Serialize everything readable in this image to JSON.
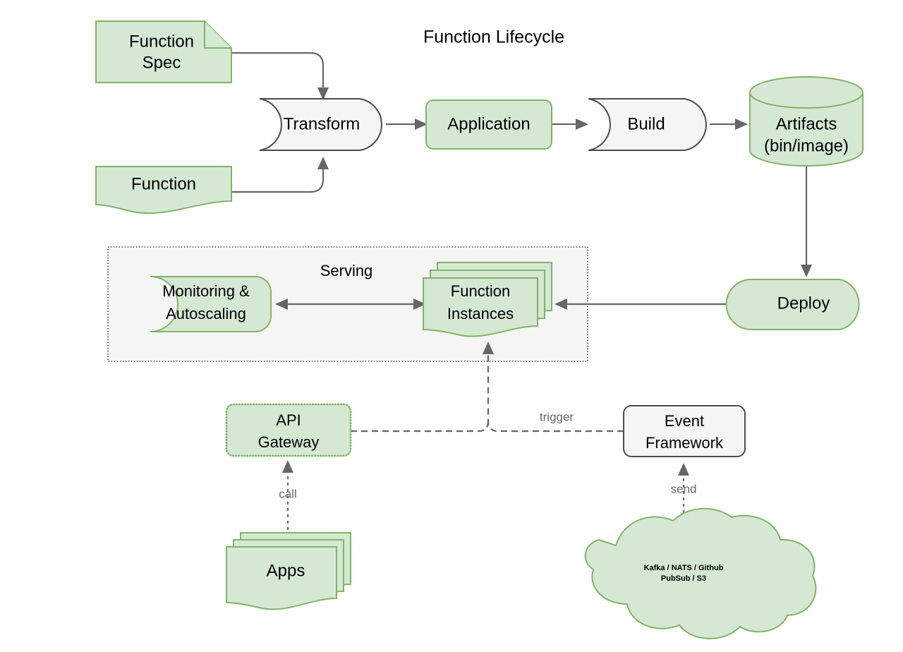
{
  "diagram": {
    "title": "Function Lifecycle",
    "colors": {
      "green_fill": "#d5e8d4",
      "green_stroke": "#82b366",
      "grey_fill": "#f5f5f5",
      "grey_stroke": "#4d4d4d",
      "edge": "#666666",
      "group_fill": "#f5f5f5",
      "background": "#ffffff",
      "text": "#000000",
      "edge_label_text": "#666666"
    },
    "nodes": [
      {
        "id": "function-spec",
        "label": "Function Spec",
        "line1": "Function",
        "line2": "Spec",
        "shape": "note-folded-corner",
        "style": "green"
      },
      {
        "id": "function",
        "label": "Function",
        "line1": "Function",
        "line2": "",
        "shape": "document-wavy",
        "style": "green"
      },
      {
        "id": "transform",
        "label": "Transform",
        "line1": "Transform",
        "line2": "",
        "shape": "tape-delay",
        "style": "grey"
      },
      {
        "id": "application",
        "label": "Application",
        "line1": "Application",
        "line2": "",
        "shape": "rounded-rect",
        "style": "green"
      },
      {
        "id": "build",
        "label": "Build",
        "line1": "Build",
        "line2": "",
        "shape": "tape-delay",
        "style": "grey"
      },
      {
        "id": "artifacts",
        "label": "Artifacts (bin/image)",
        "line1": "Artifacts",
        "line2": "(bin/image)",
        "shape": "cylinder",
        "style": "green"
      },
      {
        "id": "deploy",
        "label": "Deploy",
        "line1": "Deploy",
        "line2": "",
        "shape": "tape-delay",
        "style": "green"
      },
      {
        "id": "monitoring",
        "label": "Monitoring & Autoscaling",
        "line1": "Monitoring &",
        "line2": "Autoscaling",
        "shape": "tape-delay",
        "style": "green"
      },
      {
        "id": "function-instances",
        "label": "Function Instances",
        "line1": "Function",
        "line2": "Instances",
        "shape": "document-stack",
        "style": "green"
      },
      {
        "id": "api-gateway",
        "label": "API Gateway",
        "line1": "API",
        "line2": "Gateway",
        "shape": "rounded-rect-dotted",
        "style": "green"
      },
      {
        "id": "event-framework",
        "label": "Event Framework",
        "line1": "Event",
        "line2": "Framework",
        "shape": "rounded-rect",
        "style": "grey"
      },
      {
        "id": "apps",
        "label": "Apps",
        "line1": "Apps",
        "line2": "",
        "shape": "document-stack",
        "style": "green"
      },
      {
        "id": "event-cloud",
        "label": "Kafka / NATS / Github PubSub / S3",
        "line1": "Kafka / NATS / Github",
        "line2": "PubSub / S3",
        "shape": "cloud",
        "style": "green"
      }
    ],
    "group": {
      "id": "serving-group",
      "label": "Serving"
    },
    "edges": [
      {
        "id": "e-spec-transform",
        "from": "function-spec",
        "to": "transform",
        "label": "",
        "style": "solid"
      },
      {
        "id": "e-function-transform",
        "from": "function",
        "to": "transform",
        "label": "",
        "style": "solid"
      },
      {
        "id": "e-transform-application",
        "from": "transform",
        "to": "application",
        "label": "",
        "style": "solid"
      },
      {
        "id": "e-application-build",
        "from": "application",
        "to": "build",
        "label": "",
        "style": "solid"
      },
      {
        "id": "e-build-artifacts",
        "from": "build",
        "to": "artifacts",
        "label": "",
        "style": "solid"
      },
      {
        "id": "e-artifacts-deploy",
        "from": "artifacts",
        "to": "deploy",
        "label": "",
        "style": "solid"
      },
      {
        "id": "e-deploy-instances",
        "from": "deploy",
        "to": "function-instances",
        "label": "",
        "style": "solid"
      },
      {
        "id": "e-instances-monitoring",
        "from": "function-instances",
        "to": "monitoring",
        "label": "",
        "style": "solid-bidirectional"
      },
      {
        "id": "e-trigger",
        "from": "event-framework",
        "to": "function-instances",
        "label": "trigger",
        "style": "dashed"
      },
      {
        "id": "e-gateway-instances",
        "from": "api-gateway",
        "to": "function-instances",
        "label": "",
        "style": "dashed"
      },
      {
        "id": "e-call",
        "from": "apps",
        "to": "api-gateway",
        "label": "call",
        "style": "dotted"
      },
      {
        "id": "e-send",
        "from": "event-cloud",
        "to": "event-framework",
        "label": "send",
        "style": "dotted"
      }
    ],
    "edge_labels": {
      "trigger": "trigger",
      "call": "call",
      "send": "send"
    }
  }
}
